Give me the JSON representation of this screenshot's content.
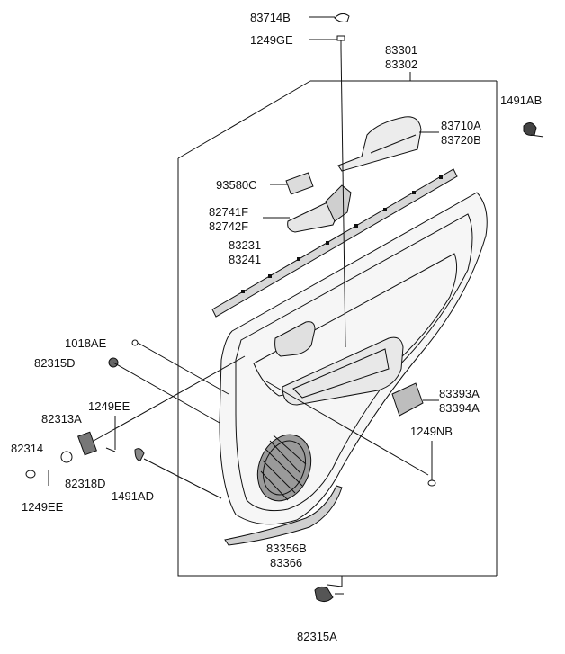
{
  "labels": {
    "p83714B": "83714B",
    "p1249GE": "1249GE",
    "p83301": "83301",
    "p83302": "83302",
    "p1491AB": "1491AB",
    "p83710A": "83710A",
    "p83720B": "83720B",
    "p93580C": "93580C",
    "p82741F": "82741F",
    "p82742F": "82742F",
    "p83231": "83231",
    "p83241": "83241",
    "p1018AE": "1018AE",
    "p82315D": "82315D",
    "p1249EE_a": "1249EE",
    "p82313A": "82313A",
    "p82314": "82314",
    "p82318D": "82318D",
    "p1249EE_b": "1249EE",
    "p1491AD": "1491AD",
    "p83393A": "83393A",
    "p83394A": "83394A",
    "p1249NB": "1249NB",
    "p83356B": "83356B",
    "p83366": "83366",
    "p82315A": "82315A"
  }
}
